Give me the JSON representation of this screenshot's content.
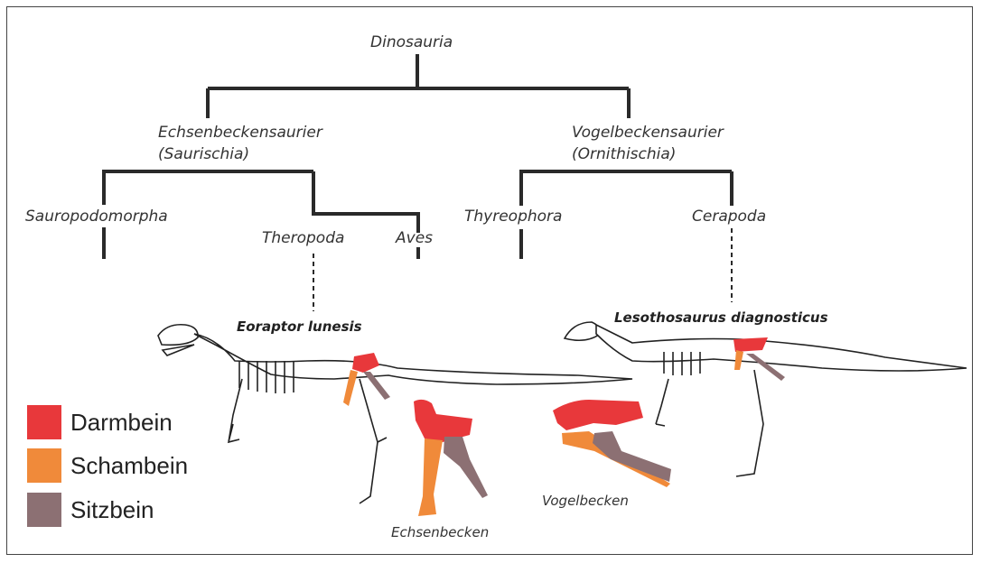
{
  "tree": {
    "root": "Dinosauria",
    "left_clade": {
      "line1": "Echsenbeckensaurier",
      "line2": "(Saurischia)"
    },
    "right_clade": {
      "line1": "Vogelbeckensaurier",
      "line2": "(Ornithischia)"
    },
    "leaves": [
      "Sauropodomorpha",
      "Theropoda",
      "Aves",
      "Thyreophora",
      "Cerapoda"
    ]
  },
  "specimens": {
    "left": "Eoraptor lunesis",
    "right": "Lesothosaurus diagnosticus"
  },
  "pelvis_labels": {
    "left": "Echsenbecken",
    "right": "Vogelbecken"
  },
  "legend": [
    {
      "label": "Darmbein",
      "color": "#e8383b"
    },
    {
      "label": "Schambein",
      "color": "#f08a3a"
    },
    {
      "label": "Sitzbein",
      "color": "#8c7073"
    }
  ]
}
